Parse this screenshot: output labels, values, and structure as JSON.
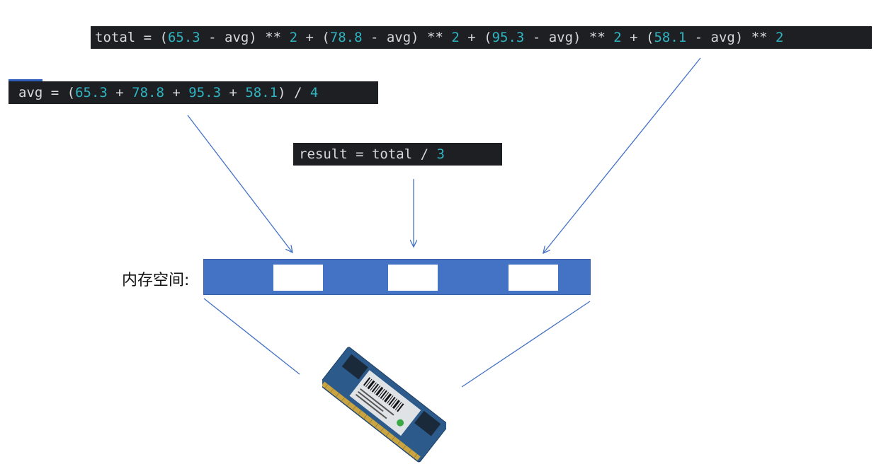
{
  "code_lines": {
    "total": [
      {
        "k": "t",
        "v": "total = ("
      },
      {
        "k": "n",
        "v": "65.3"
      },
      {
        "k": "t",
        "v": " - avg) ** "
      },
      {
        "k": "n",
        "v": "2"
      },
      {
        "k": "t",
        "v": " + ("
      },
      {
        "k": "n",
        "v": "78.8"
      },
      {
        "k": "t",
        "v": " - avg) ** "
      },
      {
        "k": "n",
        "v": "2"
      },
      {
        "k": "t",
        "v": " + ("
      },
      {
        "k": "n",
        "v": "95.3"
      },
      {
        "k": "t",
        "v": " - avg) ** "
      },
      {
        "k": "n",
        "v": "2"
      },
      {
        "k": "t",
        "v": " + ("
      },
      {
        "k": "n",
        "v": "58.1"
      },
      {
        "k": "t",
        "v": " - avg) ** "
      },
      {
        "k": "n",
        "v": "2"
      }
    ],
    "avg": [
      {
        "k": "t",
        "v": "avg = ("
      },
      {
        "k": "n",
        "v": "65.3"
      },
      {
        "k": "t",
        "v": " + "
      },
      {
        "k": "n",
        "v": "78.8"
      },
      {
        "k": "t",
        "v": " + "
      },
      {
        "k": "n",
        "v": "95.3"
      },
      {
        "k": "t",
        "v": " + "
      },
      {
        "k": "n",
        "v": "58.1"
      },
      {
        "k": "t",
        "v": ") / "
      },
      {
        "k": "n",
        "v": "4"
      }
    ],
    "result": [
      {
        "k": "t",
        "v": "result = total / "
      },
      {
        "k": "n",
        "v": "3"
      }
    ]
  },
  "memory": {
    "label": "内存空间:"
  },
  "colors": {
    "code_bg": "#1e1f22",
    "code_text": "#d6d8dc",
    "code_number": "#2fb5c2",
    "memory_bar": "#4472c4",
    "arrow": "#4472c4",
    "ram_pcb": "#2c5a8a"
  },
  "icons": {
    "ram": "ram-module-image"
  }
}
